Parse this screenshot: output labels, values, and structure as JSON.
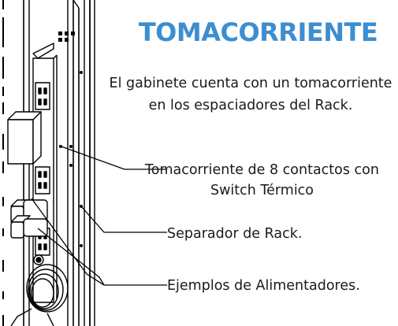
{
  "title": "TOMACORRIENTE",
  "description": "El gabinete cuenta con un tomacorriente en los espaciadores del Rack.",
  "callouts": {
    "power_strip": "Tomacorriente de 8 contactos con Switch Térmico",
    "rack_separator": "Separador de Rack.",
    "power_supplies": "Ejemplos de Alimentadores."
  },
  "colors": {
    "title": "#3d8ed0",
    "text": "#1a1a1a",
    "line": "#000000"
  }
}
